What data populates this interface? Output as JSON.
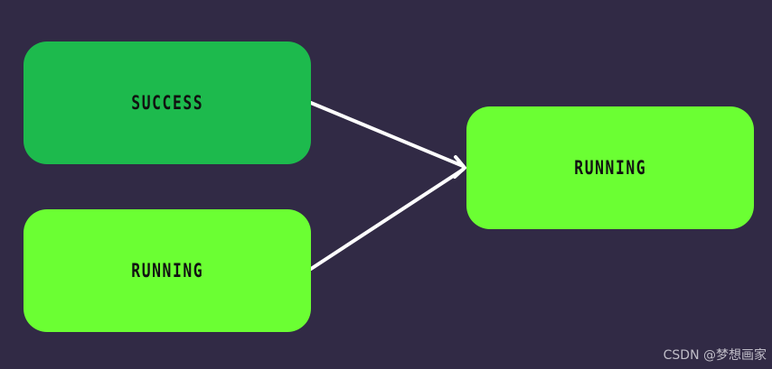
{
  "diagram": {
    "nodes": [
      {
        "id": "success",
        "label": "SUCCESS",
        "color": "#1dba4d"
      },
      {
        "id": "running-left",
        "label": "RUNNING",
        "color": "#6bff33"
      },
      {
        "id": "running-right",
        "label": "RUNNING",
        "color": "#6bff33"
      }
    ],
    "edges": [
      {
        "from": "success",
        "to": "running-right"
      },
      {
        "from": "running-left",
        "to": "running-right"
      }
    ],
    "background": "#312a45",
    "edge_color": "#ffffff"
  },
  "watermark": {
    "text": "CSDN @梦想画家"
  }
}
